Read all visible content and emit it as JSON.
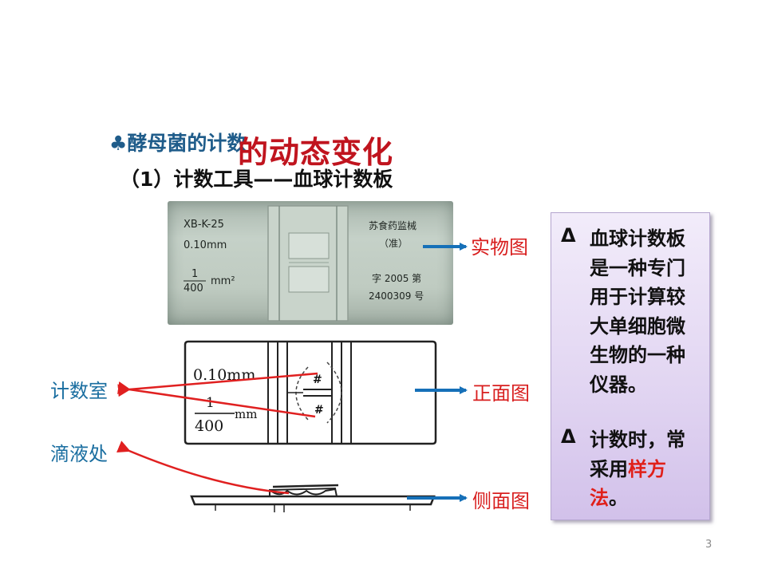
{
  "heading": {
    "bullet": "♣",
    "text": "酵母菌的计数"
  },
  "overlay_title": "的动态变化",
  "subheading": "（1）计数工具——血球计数板",
  "photo": {
    "left_text": [
      "XB-K-25",
      "0.10mm",
      "1",
      "400",
      "mm²"
    ],
    "right_text": [
      "苏食药监械",
      "（准）",
      "字 2005 第",
      "2400309 号"
    ]
  },
  "drawing": {
    "text": [
      "0.10mm",
      "1",
      "400",
      "mm",
      "#",
      "#"
    ]
  },
  "labels": {
    "physical": "实物图",
    "front": "正面图",
    "side": "侧面图",
    "chamber": "计数室",
    "drop_site": "滴液处"
  },
  "info_box": {
    "items": [
      {
        "marker": "Δ",
        "text": "血球计数板是一种专门用于计算较大单细胞微生物的一种仪器。"
      },
      {
        "marker": "Δ",
        "text_before": "计数时，常采用",
        "highlight": "样方法",
        "text_after": "。"
      }
    ]
  },
  "page_number": "3",
  "colors": {
    "title_red": "#c0141e",
    "heading_blue": "#1f5c8a",
    "label_red": "#d81e1e",
    "label_blue": "#1a6ea0",
    "arrow_blue": "#1670b8",
    "arrow_red": "#e02020",
    "box_purple": "#e2d6f2"
  }
}
